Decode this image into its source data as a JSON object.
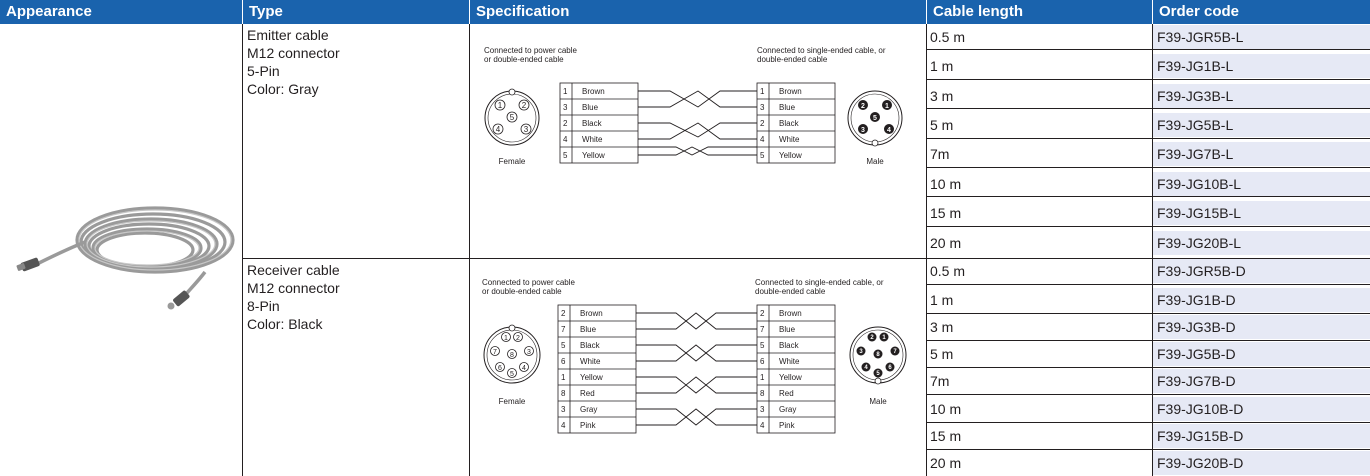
{
  "headers": [
    "Appearance",
    "Type",
    "Specification",
    "Cable length",
    "Order code"
  ],
  "emitter": {
    "type_lines": [
      "Emitter cable",
      "M12 connector",
      "5-Pin",
      "Color: Gray"
    ],
    "left_caption": [
      "Connected to power cable",
      "or double-ended cable"
    ],
    "right_caption": [
      "Connected to single-ended cable, or",
      "double-ended cable"
    ],
    "female_label": "Female",
    "male_label": "Male",
    "wires_left": [
      {
        "pin": "1",
        "color": "Brown"
      },
      {
        "pin": "3",
        "color": "Blue"
      },
      {
        "pin": "2",
        "color": "Black"
      },
      {
        "pin": "4",
        "color": "White"
      },
      {
        "pin": "5",
        "color": "Yellow"
      }
    ],
    "wires_right": [
      {
        "pin": "1",
        "color": "Brown"
      },
      {
        "pin": "3",
        "color": "Blue"
      },
      {
        "pin": "2",
        "color": "Black"
      },
      {
        "pin": "4",
        "color": "White"
      },
      {
        "pin": "5",
        "color": "Yellow"
      }
    ],
    "female_pins": [
      "1",
      "2",
      "3",
      "4",
      "5"
    ],
    "male_pins": [
      "1",
      "2",
      "3",
      "4",
      "5"
    ],
    "rows": [
      {
        "length": "0.5 m",
        "code": "F39-JGR5B-L"
      },
      {
        "length": "1 m",
        "code": "F39-JG1B-L"
      },
      {
        "length": "3 m",
        "code": "F39-JG3B-L"
      },
      {
        "length": "5 m",
        "code": "F39-JG5B-L"
      },
      {
        "length": "7m",
        "code": "F39-JG7B-L"
      },
      {
        "length": "10 m",
        "code": "F39-JG10B-L"
      },
      {
        "length": "15 m",
        "code": "F39-JG15B-L"
      },
      {
        "length": "20 m",
        "code": "F39-JG20B-L"
      }
    ]
  },
  "receiver": {
    "type_lines": [
      "Receiver cable",
      "M12 connector",
      "8-Pin",
      "Color: Black"
    ],
    "left_caption": [
      "Connected to power cable",
      "or double-ended cable"
    ],
    "right_caption": [
      "Connected to single-ended cable, or",
      "double-ended cable"
    ],
    "female_label": "Female",
    "male_label": "Male",
    "wires_left": [
      {
        "pin": "2",
        "color": "Brown"
      },
      {
        "pin": "7",
        "color": "Blue"
      },
      {
        "pin": "5",
        "color": "Black"
      },
      {
        "pin": "6",
        "color": "White"
      },
      {
        "pin": "1",
        "color": "Yellow"
      },
      {
        "pin": "8",
        "color": "Red"
      },
      {
        "pin": "3",
        "color": "Gray"
      },
      {
        "pin": "4",
        "color": "Pink"
      }
    ],
    "wires_right": [
      {
        "pin": "2",
        "color": "Brown"
      },
      {
        "pin": "7",
        "color": "Blue"
      },
      {
        "pin": "5",
        "color": "Black"
      },
      {
        "pin": "6",
        "color": "White"
      },
      {
        "pin": "1",
        "color": "Yellow"
      },
      {
        "pin": "8",
        "color": "Red"
      },
      {
        "pin": "3",
        "color": "Gray"
      },
      {
        "pin": "4",
        "color": "Pink"
      }
    ],
    "female_pins": [
      "1",
      "2",
      "3",
      "4",
      "5",
      "6",
      "7",
      "8"
    ],
    "male_pins": [
      "1",
      "2",
      "3",
      "4",
      "5",
      "6",
      "7",
      "8"
    ],
    "rows": [
      {
        "length": "0.5 m",
        "code": "F39-JGR5B-D"
      },
      {
        "length": "1 m",
        "code": "F39-JG1B-D"
      },
      {
        "length": "3 m",
        "code": "F39-JG3B-D"
      },
      {
        "length": "5 m",
        "code": "F39-JG5B-D"
      },
      {
        "length": "7m",
        "code": "F39-JG7B-D"
      },
      {
        "length": "10 m",
        "code": "F39-JG10B-D"
      },
      {
        "length": "15 m",
        "code": "F39-JG15B-D"
      },
      {
        "length": "20 m",
        "code": "F39-JG20B-D"
      }
    ]
  },
  "colors": {
    "header_bg": "#1a63ad",
    "code_cell_bg": "#e6e9f5"
  }
}
